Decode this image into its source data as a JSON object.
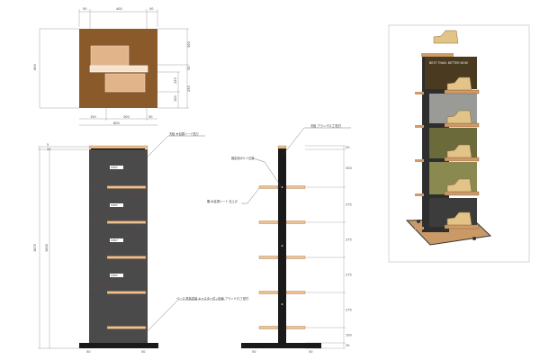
{
  "plan_view": {
    "top_dims": [
      "50",
      "400",
      "50"
    ],
    "bottom_dims": [
      "150",
      "300",
      "50"
    ],
    "overall_width": "600",
    "left_dim": "600",
    "right_dims": [
      "300",
      "50",
      "150",
      "100",
      "250"
    ]
  },
  "front_view": {
    "height_dim": "1870",
    "sub_dim": "1800",
    "top_dims": [
      "5",
      "20"
    ],
    "foot_labels": [
      "50",
      "50"
    ],
    "shelf_tags": [
      "SHELF",
      "SHELF",
      "SHELF",
      "SHELF"
    ],
    "callout_top": "天板 木目調シート貼り",
    "callout_bottom": "ベース 黒色塗装 キャスター付 / 前面 ブランドロゴ 貼付"
  },
  "side_view": {
    "callout_top": "天板 ブランドロゴ 貼付",
    "callout_middle": "固定用ボルト位置",
    "callout_shelf": "棚 木目調シート 仕上げ",
    "right_dims": [
      "20",
      "300",
      "275",
      "275",
      "275",
      "275",
      "100",
      "30"
    ],
    "foot_labels": [
      "50",
      "50"
    ]
  },
  "render": {
    "sign_title": "BEST THAN. BETTER NOW"
  },
  "colors": {
    "plan_wood": "#8b5a2b",
    "plan_light": "#e2b48a",
    "panel": "#4a4a4a",
    "shelf": "#f0c08e",
    "black": "#1a1a1a"
  }
}
